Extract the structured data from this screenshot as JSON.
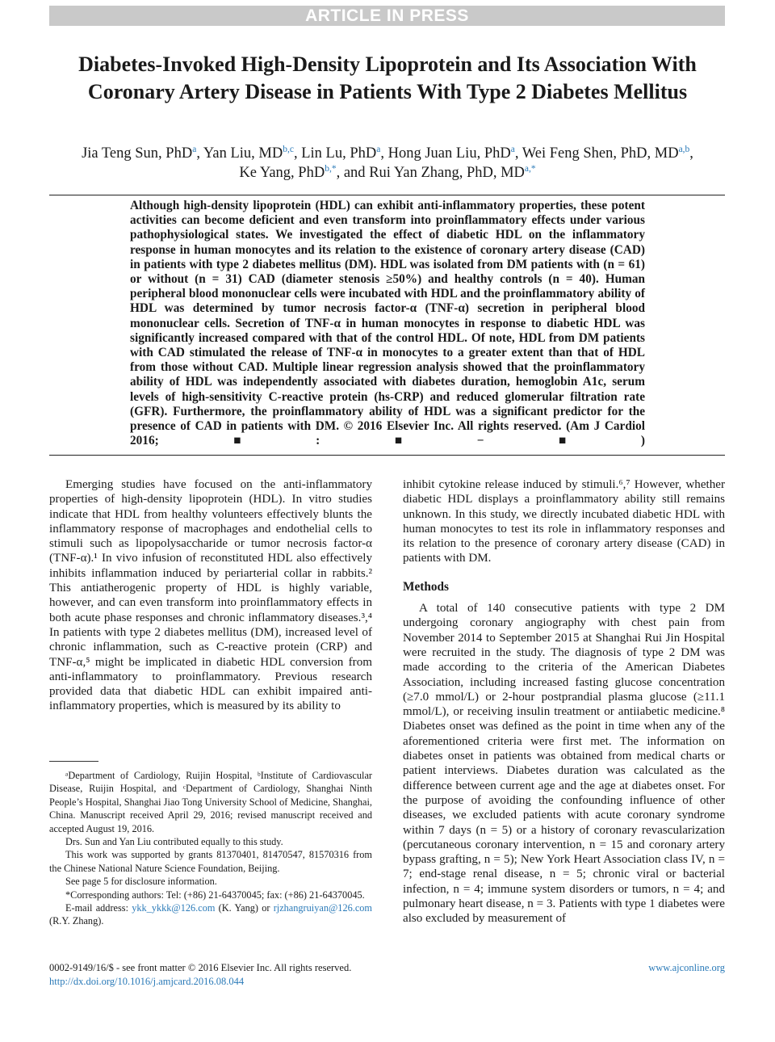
{
  "banner": "ARTICLE IN PRESS",
  "title": "Diabetes-Invoked High-Density Lipoprotein and Its Association With Coronary Artery Disease in Patients With Type 2 Diabetes Mellitus",
  "authors": [
    {
      "name": "Jia Teng Sun, PhD",
      "aff": "a",
      "sep": ", "
    },
    {
      "name": "Yan Liu, MD",
      "aff": "b,c",
      "sep": ", "
    },
    {
      "name": "Lin Lu, PhD",
      "aff": "a",
      "sep": ", "
    },
    {
      "name": "Hong Juan Liu, PhD",
      "aff": "a",
      "sep": ", "
    },
    {
      "name": "Wei Feng Shen, PhD, MD",
      "aff": "a,b",
      "sep": ","
    },
    {
      "name": "Ke Yang, PhD",
      "aff": "b,*",
      "sep": ", and "
    },
    {
      "name": "Rui Yan Zhang, PhD, MD",
      "aff": "a,*",
      "sep": ""
    }
  ],
  "abstract": "Although high-density lipoprotein (HDL) can exhibit anti-inflammatory properties, these potent activities can become deficient and even transform into proinflammatory effects under various pathophysiological states. We investigated the effect of diabetic HDL on the inflammatory response in human monocytes and its relation to the existence of coronary artery disease (CAD) in patients with type 2 diabetes mellitus (DM). HDL was isolated from DM patients with (n = 61) or without (n = 31) CAD (diameter stenosis ≥50%) and healthy controls (n = 40). Human peripheral blood mononuclear cells were incubated with HDL and the proinflammatory ability of HDL was determined by tumor necrosis factor-α (TNF-α) secretion in peripheral blood mononuclear cells. Secretion of TNF-α in human monocytes in response to diabetic HDL was significantly increased compared with that of the control HDL. Of note, HDL from DM patients with CAD stimulated the release of TNF-α in monocytes to a greater extent than that of HDL from those without CAD. Multiple linear regression analysis showed that the proinflammatory ability of HDL was independently associated with diabetes duration, hemoglobin A1c, serum levels of high-sensitivity C-reactive protein (hs-CRP) and reduced glomerular filtration rate (GFR). Furthermore, the proinflammatory ability of HDL was a significant predictor for the presence of CAD in patients with DM.   © 2016 Elsevier Inc. All rights reserved. (Am J Cardiol 2016;■:■−■)",
  "body": {
    "intro_left": "Emerging studies have focused on the anti-inflammatory properties of high-density lipoprotein (HDL). In vitro studies indicate that HDL from healthy volunteers effectively blunts the inflammatory response of macrophages and endothelial cells to stimuli such as lipopolysaccharide or tumor necrosis factor-α (TNF-α).¹ In vivo infusion of reconstituted HDL also effectively inhibits inflammation induced by periarterial collar in rabbits.² This antiatherogenic property of HDL is highly variable, however, and can even transform into proinflammatory effects in both acute phase responses and chronic inflammatory diseases.³,⁴ In patients with type 2 diabetes mellitus (DM), increased level of chronic inflammation, such as C-reactive protein (CRP) and TNF-α,⁵ might be implicated in diabetic HDL conversion from anti-inflammatory to proinflammatory. Previous research provided data that diabetic HDL can exhibit impaired anti-inflammatory properties, which is measured by its ability to",
    "intro_right": "inhibit cytokine release induced by stimuli.⁶,⁷ However, whether diabetic HDL displays a proinflammatory ability still remains unknown. In this study, we directly incubated diabetic HDL with human monocytes to test its role in inflammatory responses and its relation to the presence of coronary artery disease (CAD) in patients with DM.",
    "methods_heading": "Methods",
    "methods": "A total of 140 consecutive patients with type 2 DM undergoing coronary angiography with chest pain from November 2014 to September 2015 at Shanghai Rui Jin Hospital were recruited in the study. The diagnosis of type 2 DM was made according to the criteria of the American Diabetes Association, including increased fasting glucose concentration (≥7.0 mmol/L) or 2-hour postprandial plasma glucose (≥11.1 mmol/L), or receiving insulin treatment or antiiabetic medicine.⁸ Diabetes onset was defined as the point in time when any of the aforementioned criteria were first met. The information on diabetes onset in patients was obtained from medical charts or patient interviews. Diabetes duration was calculated as the difference between current age and the age at diabetes onset. For the purpose of avoiding the confounding influence of other diseases, we excluded patients with acute coronary syndrome within 7 days (n = 5) or a history of coronary revascularization (percutaneous coronary intervention, n = 15 and coronary artery bypass grafting, n = 5); New York Heart Association class IV, n = 7; end-stage renal disease, n = 5; chronic viral or bacterial infection, n = 4; immune system disorders or tumors, n = 4; and pulmonary heart disease, n = 3. Patients with type 1 diabetes were also excluded by measurement of"
  },
  "footnotes": {
    "affiliations": "ᵃDepartment of Cardiology, Ruijin Hospital, ᵇInstitute of Cardiovascular Disease, Ruijin Hospital, and ᶜDepartment of Cardiology, Shanghai Ninth People’s Hospital, Shanghai Jiao Tong University School of Medicine, Shanghai, China. Manuscript received April 29, 2016; revised manuscript received and accepted August 19, 2016.",
    "equal": "Drs. Sun and Yan Liu contributed equally to this study.",
    "funding": "This work was supported by grants 81370401, 81470547, 81570316 from the Chinese National Nature Science Foundation, Beijing.",
    "disclosure": "See page 5 for disclosure information.",
    "corresponding": "*Corresponding authors: Tel: (+86) 21-64370045; fax: (+86) 21-64370045.",
    "email_prefix": "E-mail address: ",
    "email1": "ykk_ykkk@126.com",
    "email1_who": " (K. Yang) or ",
    "email2": "rjzhangruiyan@126.com",
    "email2_who": " (R.Y. Zhang)."
  },
  "footer": {
    "issn": "0002-9149/16/$ - see front matter © 2016 Elsevier Inc. All rights reserved.",
    "doi": "http://dx.doi.org/10.1016/j.amjcard.2016.08.044",
    "website": "www.ajconline.org"
  },
  "colors": {
    "link": "#2a7ab8",
    "banner_bg": "#c9c9c9"
  }
}
